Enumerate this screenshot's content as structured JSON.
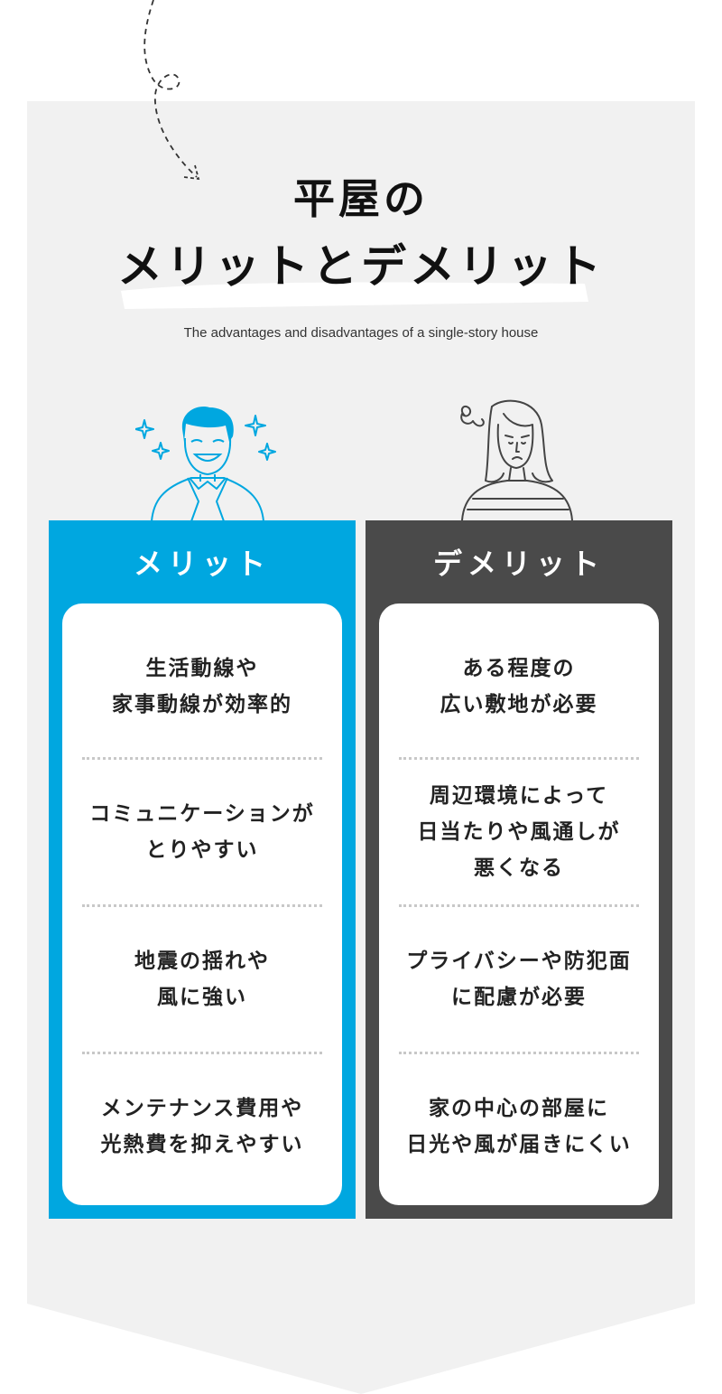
{
  "colors": {
    "background_panel": "#f1f1f1",
    "merit": "#00a7e0",
    "demerit": "#4a4a4a",
    "card": "#ffffff"
  },
  "header": {
    "title_line1": "平屋の",
    "title_line2": "メリットとデメリット",
    "subtitle": "The advantages and disadvantages of a single-story house"
  },
  "merits": {
    "heading": "メリット",
    "items": [
      {
        "lines": [
          "生活動線や",
          "家事動線が効率的"
        ]
      },
      {
        "lines": [
          "コミュニケーションが",
          "とりやすい"
        ]
      },
      {
        "lines": [
          "地震の揺れや",
          "風に強い"
        ]
      },
      {
        "lines": [
          "メンテナンス費用や",
          "光熱費を抑えやすい"
        ]
      }
    ]
  },
  "demerits": {
    "heading": "デメリット",
    "items": [
      {
        "lines": [
          "ある程度の",
          "広い敷地が必要"
        ]
      },
      {
        "lines": [
          "周辺環境によって",
          "日当たりや風通しが",
          "悪くなる"
        ]
      },
      {
        "lines": [
          "プライバシーや防犯面",
          "に配慮が必要"
        ]
      },
      {
        "lines": [
          "家の中心の部屋に",
          "日光や風が届きにくい"
        ]
      }
    ]
  },
  "icons": {
    "happy_person": "happy-man-sparkles-icon",
    "worried_person": "worried-woman-icon",
    "arrow": "dashed-loop-arrow-icon"
  }
}
